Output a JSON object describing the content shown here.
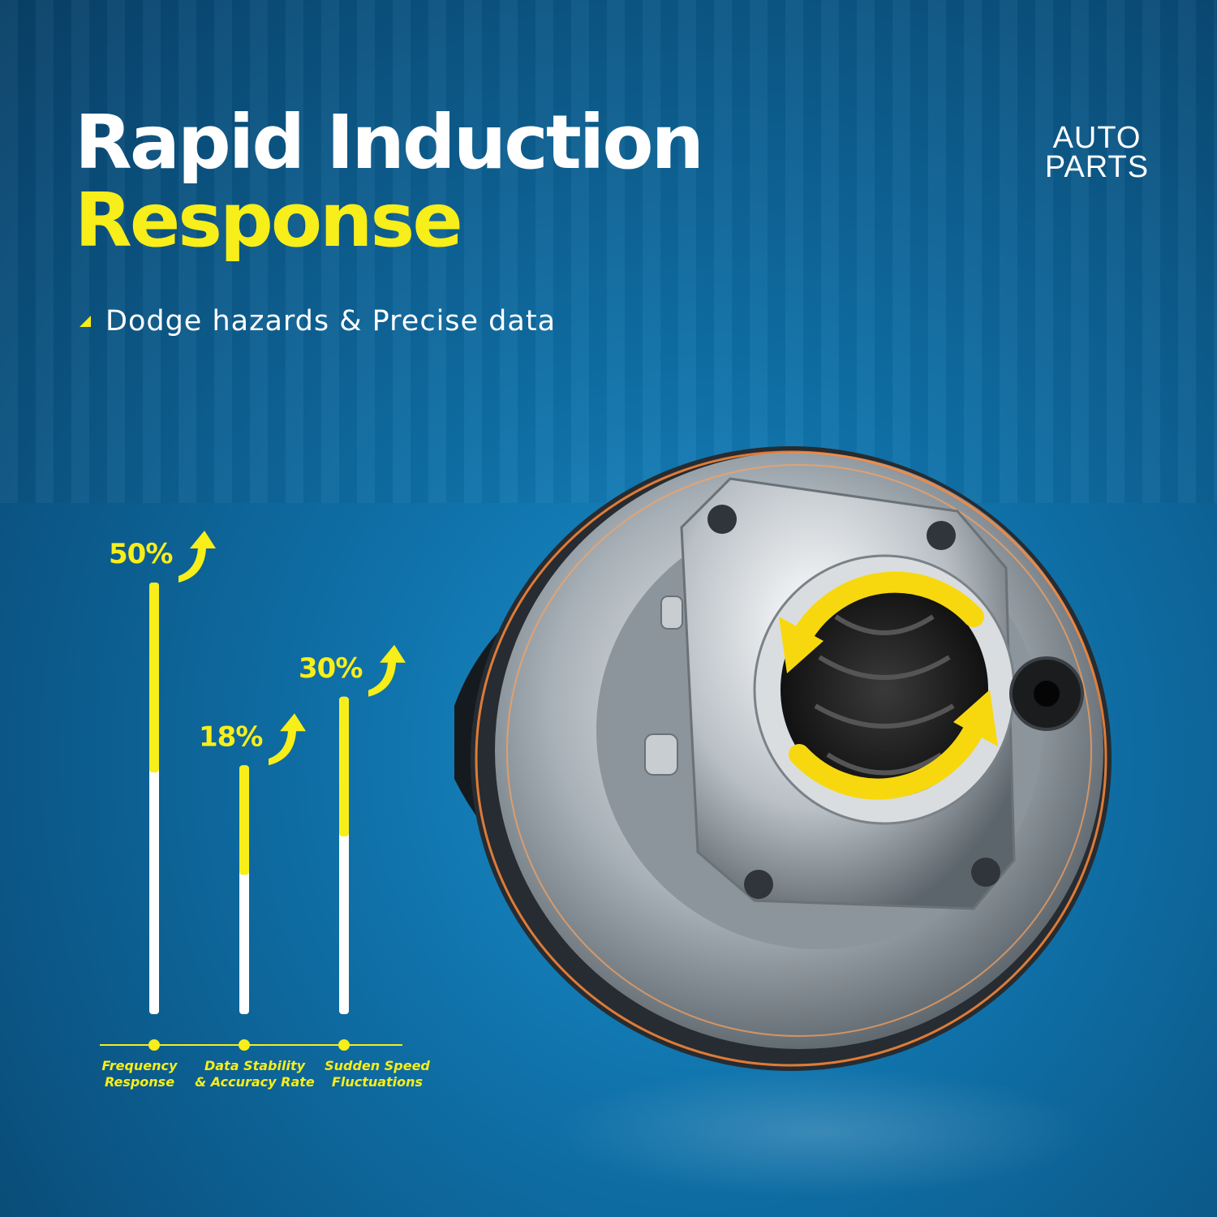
{
  "header": {
    "title_line1": "Rapid Induction",
    "title_line2": "Response",
    "brand_line1": "AUTO",
    "brand_line2": "PARTS"
  },
  "feature": {
    "bullet_text": "Dodge hazards & Precise data"
  },
  "product": {
    "icon": "wheel-hub-bearing-image",
    "rotation_icon": "rotation-arrows-icon"
  },
  "colors": {
    "accent": "#f7ee1a",
    "text": "#ffffff",
    "background": "#0f6fa6"
  },
  "chart_data": {
    "type": "bar",
    "categories": [
      [
        "Frequency",
        "Response"
      ],
      [
        "Data Stability",
        "& Accuracy Rate"
      ],
      [
        "Sudden Speed",
        "Fluctuations"
      ]
    ],
    "values": [
      50,
      18,
      30
    ],
    "data_labels": [
      "50%",
      "18%",
      "30%"
    ],
    "value_unit": "%",
    "trend": "up",
    "title": "",
    "xlabel": "",
    "ylabel": "",
    "grid": false,
    "legend": "none"
  }
}
